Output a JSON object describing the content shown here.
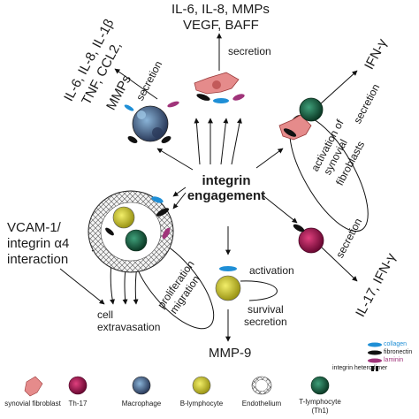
{
  "center": {
    "line1": "integrin",
    "line2": "engagement"
  },
  "top_block": {
    "line1": "IL-6, IL-8, MMPs",
    "line2": "VEGF, BAFF",
    "arrow_label": "secretion"
  },
  "top_left_block": {
    "line1": "IL-6, IL-8, IL-1β",
    "line2": "TNF, CCL2,",
    "line3": "MMPs",
    "arrow_label": "secretion"
  },
  "top_right_block": {
    "cytokine": "IFN-γ",
    "arrow_label": "secretion",
    "activation_line1": "activation of",
    "activation_line2": "synovial",
    "activation_line3": "fibroblasts"
  },
  "left_block": {
    "line1": "VCAM-1/",
    "line2": "integrin α4",
    "line3": "interaction",
    "cell_line1": "cell",
    "cell_line2": "extravasation",
    "prolif_line1": "proliferation",
    "prolif_line2": "migration"
  },
  "bottom_center": {
    "activation": "activation",
    "survival_line1": "survival",
    "survival_line2": "secretion",
    "mmp": "MMP-9"
  },
  "bottom_right": {
    "cytokines": "IL-17, IFN-γ",
    "arrow_label": "secretion"
  },
  "legend": {
    "items": [
      {
        "label": "collagen",
        "color": "#1f8fd6"
      },
      {
        "label": "fibronectin",
        "color": "#111111"
      },
      {
        "label": "laminin",
        "color": "#a0347a"
      },
      {
        "label": "integrin heterodimer",
        "color": "#111111"
      }
    ]
  },
  "cell_legend": [
    {
      "label": "synovial fibroblast",
      "icon": "fibroblast-icon",
      "color": "#e07070"
    },
    {
      "label": "Th-17",
      "icon": "th17-icon",
      "color": "#b0105a"
    },
    {
      "label": "Macrophage",
      "icon": "macrophage-icon",
      "color": "#3a4a6a"
    },
    {
      "label": "B-lymphocyte",
      "icon": "b-lymphocyte-icon",
      "color": "#c8c228"
    },
    {
      "label": "Endothelium",
      "icon": "endothelium-icon",
      "color": "#ffffff"
    },
    {
      "label": "T-lymphocyte",
      "icon": "t-lymphocyte-icon",
      "color": "#1a6a4a"
    },
    {
      "label": "(Th1)",
      "icon": "",
      "color": ""
    }
  ]
}
